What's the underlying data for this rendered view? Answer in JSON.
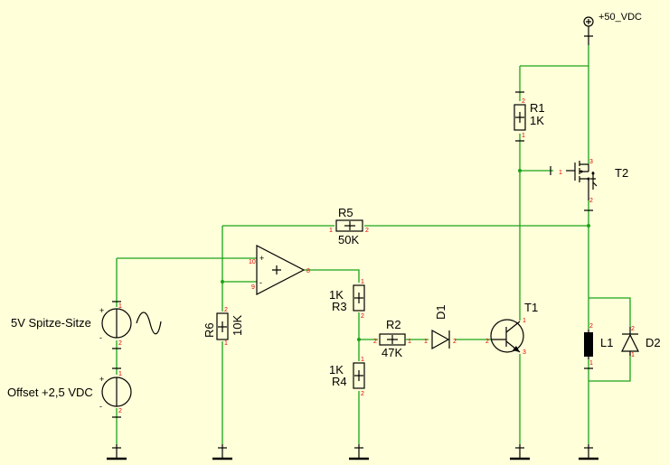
{
  "supply": {
    "label": "+50_VDC"
  },
  "components": {
    "r1": {
      "name": "R1",
      "value": "1K"
    },
    "r2": {
      "name": "R2",
      "value": "47K"
    },
    "r3": {
      "name": "R3",
      "value": "1K"
    },
    "r4": {
      "name": "R4",
      "value": "1K"
    },
    "r5": {
      "name": "R5",
      "value": "50K"
    },
    "r6": {
      "name": "R6",
      "value": "10K"
    },
    "t1": {
      "name": "T1"
    },
    "t2": {
      "name": "T2"
    },
    "d1": {
      "name": "D1"
    },
    "d2": {
      "name": "D2"
    },
    "l1": {
      "name": "L1"
    }
  },
  "sources": {
    "sine": {
      "label": "5V Spitze-Sitze"
    },
    "offset": {
      "label": "Offset +2,5 VDC"
    }
  },
  "pins": {
    "one": "1",
    "two": "2",
    "three": "3",
    "eight": "8",
    "nine": "9",
    "ten": "10",
    "plus": "+",
    "minus": "-"
  },
  "colors": {
    "wire": "#1aa31a",
    "pin_number": "#e00000",
    "background": "#ffffd9"
  }
}
